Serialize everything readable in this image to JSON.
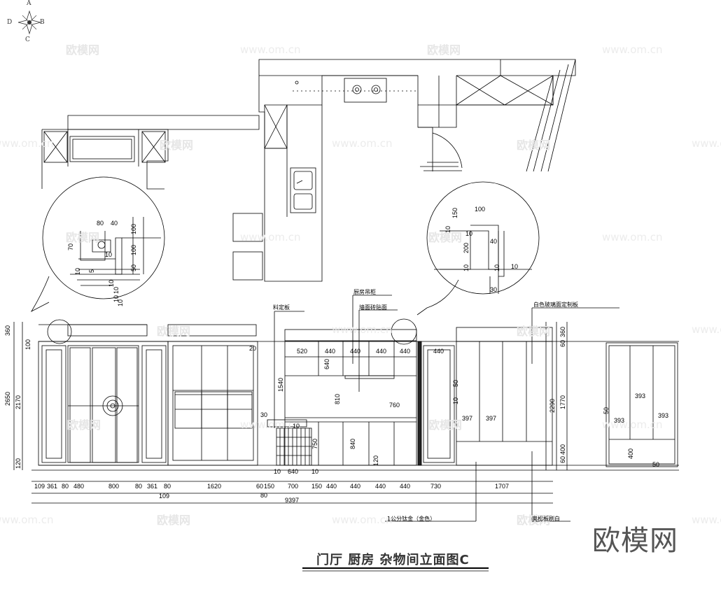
{
  "title": "门厅  厨房  杂物间立面图C",
  "brand": "欧模网",
  "watermark": {
    "text_cn": "欧模网",
    "text_url": "www.om.cn"
  },
  "compass": [
    "A",
    "B",
    "C",
    "D"
  ],
  "notes": {
    "cooking_board": "料定板",
    "kitchen_wall_cabinet": "厨房吊柜",
    "wall_tile": "墙面砖贴面",
    "white_glass_custom": "白色玻璃面定制板",
    "titanium_gold": "1公分钛金（金色）",
    "paint": "奥松板刷白"
  },
  "detail_left": [
    "80",
    "40",
    "100",
    "70",
    "10",
    "100",
    "10",
    "5",
    "50",
    "10",
    "10",
    "10",
    "10"
  ],
  "detail_right": [
    "150",
    "100",
    "10",
    "10",
    "40",
    "200",
    "10",
    "10",
    "10",
    "30"
  ],
  "elevation_dims": {
    "left_vertical": [
      "360",
      "100",
      "2650",
      "2170",
      "120"
    ],
    "right_vertical": [
      "360",
      "60",
      "2290",
      "1770",
      "60",
      "400"
    ],
    "upper_cabinet": [
      "520",
      "440",
      "440",
      "440",
      "440"
    ],
    "mid": [
      "640",
      "1540",
      "810",
      "760",
      "840",
      "750",
      "120",
      "30",
      "20",
      "50",
      "10",
      "10"
    ],
    "panel": [
      "440",
      "397",
      "397"
    ],
    "bottom_row": [
      "109",
      "361",
      "80",
      "480",
      "800",
      "80",
      "361",
      "80",
      "1620",
      "60",
      "150",
      "700",
      "150",
      "440",
      "440",
      "440",
      "440",
      "730",
      "1707"
    ],
    "bottom_sub": [
      "109",
      "80",
      "10",
      "640",
      "10"
    ],
    "total": "9397",
    "small_cabinet": [
      "50",
      "393",
      "393",
      "393",
      "400",
      "50"
    ]
  }
}
